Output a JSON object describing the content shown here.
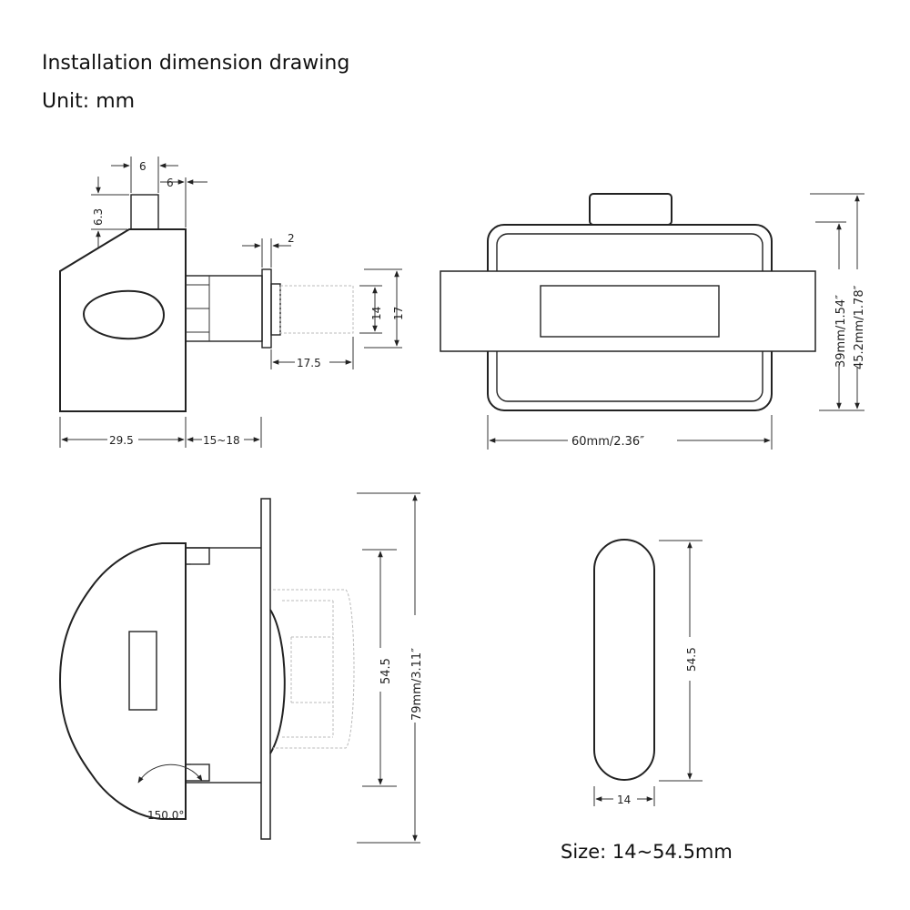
{
  "header": {
    "title": "Installation dimension drawing",
    "unit": "Unit: mm"
  },
  "side_view": {
    "dim_top_6a": "6",
    "dim_top_6b": "6",
    "dim_63": "6.3",
    "dim_2": "2",
    "dim_14": "14",
    "dim_17": "17",
    "dim_175": "17.5",
    "dim_295": "29.5",
    "dim_1518": "15~18"
  },
  "front_view": {
    "dim_width": "60mm/2.36″",
    "dim_height_inner": "39mm/1.54″",
    "dim_height_outer": "45.2mm/1.78″"
  },
  "section_view": {
    "dim_545": "54.5",
    "dim_79": "79mm/3.11″",
    "angle": "150.0°"
  },
  "cutout": {
    "dim_height": "54.5",
    "dim_width": "14",
    "caption": "Size: 14~54.5mm"
  }
}
